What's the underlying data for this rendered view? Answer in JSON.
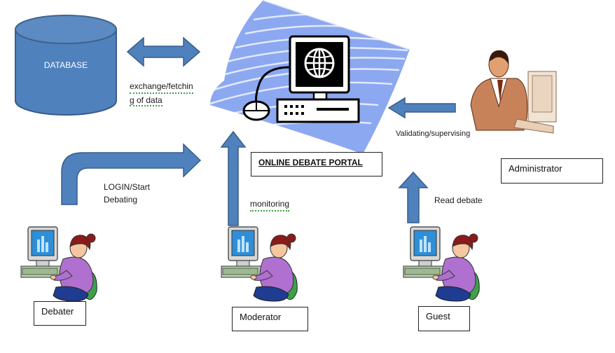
{
  "database": {
    "label": "DATABASE"
  },
  "portal": {
    "label": "ONLINE DEBATE PORTAL"
  },
  "edges": {
    "exchange_line1": "exchange/fetchin",
    "exchange_line2": "g of data",
    "login_line1": "LOGIN/Start",
    "login_line2": "Debating",
    "monitoring": "monitoring",
    "validating": "Validating/supervising",
    "read_debate": "Read debate"
  },
  "actors": {
    "administrator": "Administrator",
    "debater": "Debater",
    "moderator": "Moderator",
    "guest": "Guest"
  },
  "colors": {
    "arrow_fill": "#4f81bd",
    "arrow_stroke": "#385d8a",
    "database_fill": "#4f81bd",
    "swoosh": "#7f9ff0",
    "sweater": "#b070d0",
    "hair": "#8b1a1a"
  }
}
